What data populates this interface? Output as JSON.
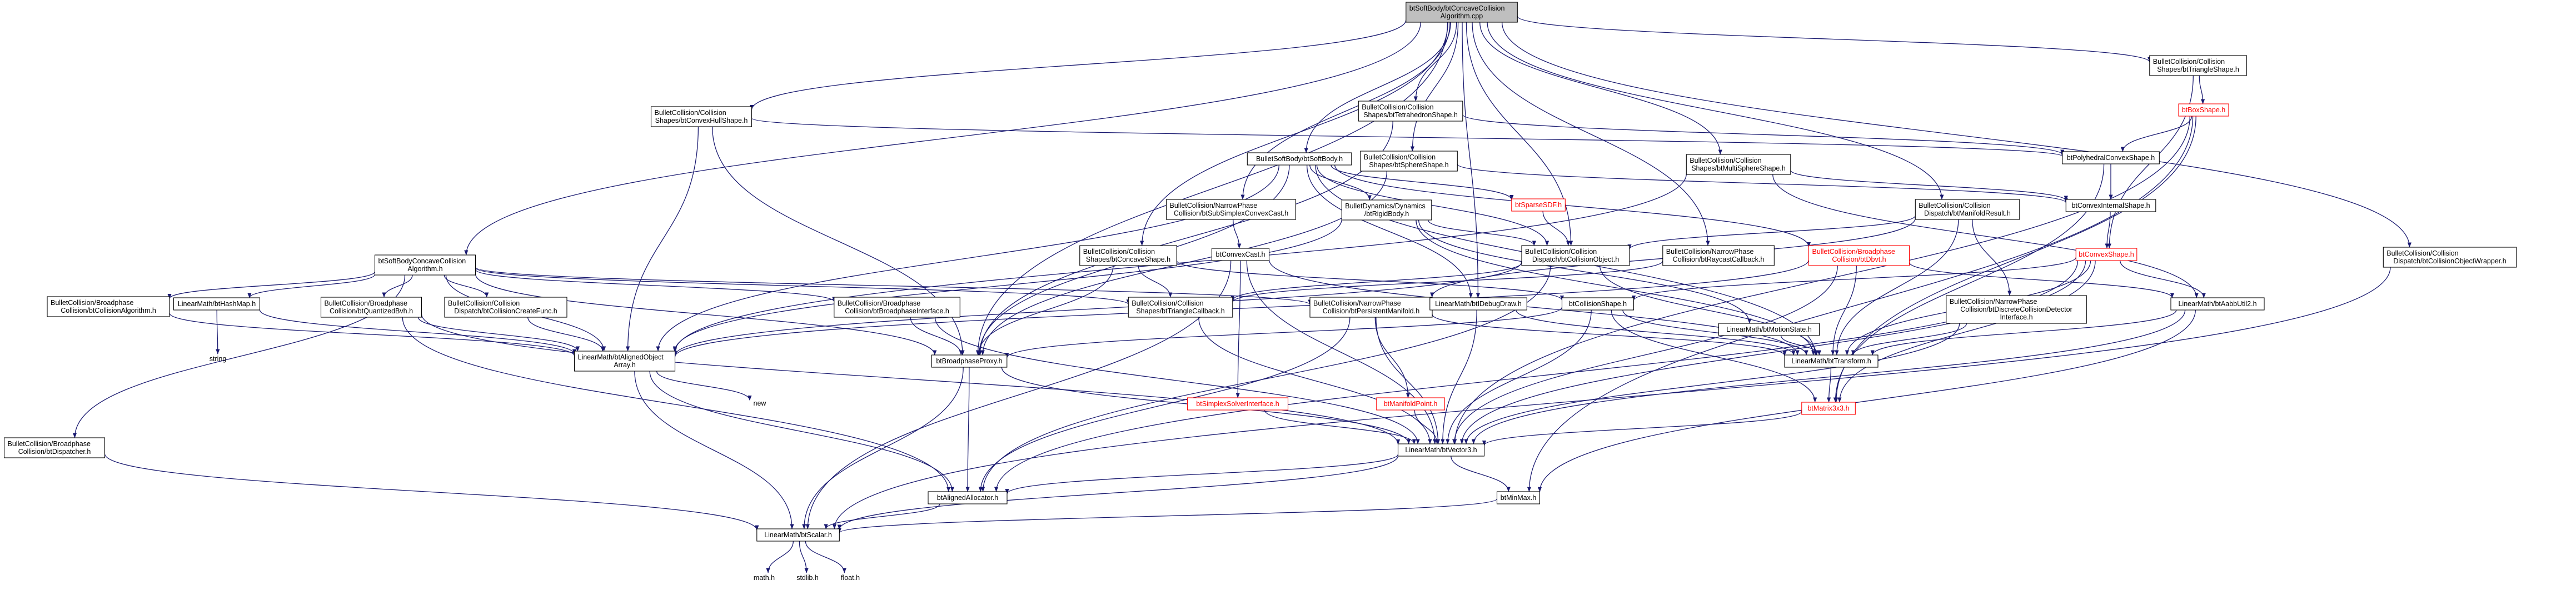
{
  "diagram": {
    "title": "btSoftBodyConcaveCollisionAlgorithm.cpp",
    "colors": {
      "edge": "#191970",
      "node_border": "#000000",
      "missing_border": "#ff0000",
      "root_fill": "#bfbfbf",
      "node_fill": "#ffffff",
      "text": "#000000",
      "missing_text": "#ff0000"
    },
    "nodes": [
      {
        "id": "root",
        "lines": [
          "btSoftBody/btConcaveCollision",
          "Algorithm.cpp"
        ],
        "kind": "root"
      },
      {
        "id": "triangle_shape",
        "lines": [
          "BulletCollision/Collision",
          "Shapes/btTriangleShape.h"
        ],
        "kind": "normal"
      },
      {
        "id": "convex_hull_shape",
        "lines": [
          "BulletCollision/Collision",
          "Shapes/btConvexHullShape.h"
        ],
        "kind": "normal"
      },
      {
        "id": "tetrahedron_shape",
        "lines": [
          "BulletCollision/Collision",
          "Shapes/btTetrahedronShape.h"
        ],
        "kind": "normal"
      },
      {
        "id": "box_shape",
        "lines": [
          "btBoxShape.h"
        ],
        "kind": "missing"
      },
      {
        "id": "soft_body",
        "lines": [
          "BulletSoftBody/btSoftBody.h"
        ],
        "kind": "normal"
      },
      {
        "id": "sphere_shape",
        "lines": [
          "BulletCollision/Collision",
          "Shapes/btSphereShape.h"
        ],
        "kind": "normal"
      },
      {
        "id": "multi_sphere_shape",
        "lines": [
          "BulletCollision/Collision",
          "Shapes/btMultiSphereShape.h"
        ],
        "kind": "normal"
      },
      {
        "id": "polyhedral_convex",
        "lines": [
          "btPolyhedralConvexShape.h"
        ],
        "kind": "normal"
      },
      {
        "id": "subsimplex",
        "lines": [
          "BulletCollision/NarrowPhase",
          "Collision/btSubSimplexConvexCast.h"
        ],
        "kind": "normal"
      },
      {
        "id": "rigid_body",
        "lines": [
          "BulletDynamics/Dynamics",
          "/btRigidBody.h"
        ],
        "kind": "normal"
      },
      {
        "id": "sparse_sdf",
        "lines": [
          "btSparseSDF.h"
        ],
        "kind": "missing"
      },
      {
        "id": "manifold_result",
        "lines": [
          "BulletCollision/Collision",
          "Dispatch/btManifoldResult.h"
        ],
        "kind": "normal"
      },
      {
        "id": "convex_internal",
        "lines": [
          "btConvexInternalShape.h"
        ],
        "kind": "normal"
      },
      {
        "id": "object_wrapper",
        "lines": [
          "BulletCollision/Collision",
          "Dispatch/btCollisionObjectWrapper.h"
        ],
        "kind": "normal"
      },
      {
        "id": "concave_algo_h",
        "lines": [
          "btSoftBodyConcaveCollision",
          "Algorithm.h"
        ],
        "kind": "normal"
      },
      {
        "id": "convex_cast",
        "lines": [
          "btConvexCast.h"
        ],
        "kind": "normal"
      },
      {
        "id": "concave_shape",
        "lines": [
          "BulletCollision/Collision",
          "Shapes/btConcaveShape.h"
        ],
        "kind": "normal"
      },
      {
        "id": "collision_object",
        "lines": [
          "BulletCollision/Collision",
          "Dispatch/btCollisionObject.h"
        ],
        "kind": "normal"
      },
      {
        "id": "raycast_callback",
        "lines": [
          "BulletCollision/NarrowPhase",
          "Collision/btRaycastCallback.h"
        ],
        "kind": "normal"
      },
      {
        "id": "dbvt",
        "lines": [
          "BulletCollision/Broadphase",
          "Collision/btDbvt.h"
        ],
        "kind": "missing"
      },
      {
        "id": "convex_shape",
        "lines": [
          "btConvexShape.h"
        ],
        "kind": "missing"
      },
      {
        "id": "collision_algorithm",
        "lines": [
          "BulletCollision/Broadphase",
          "Collision/btCollisionAlgorithm.h"
        ],
        "kind": "normal"
      },
      {
        "id": "hash_map",
        "lines": [
          "LinearMath/btHashMap.h"
        ],
        "kind": "normal"
      },
      {
        "id": "quantized_bvh",
        "lines": [
          "BulletCollision/Broadphase",
          "Collision/btQuantizedBvh.h"
        ],
        "kind": "normal"
      },
      {
        "id": "create_func",
        "lines": [
          "BulletCollision/Collision",
          "Dispatch/btCollisionCreateFunc.h"
        ],
        "kind": "normal"
      },
      {
        "id": "broadphase_interface",
        "lines": [
          "BulletCollision/Broadphase",
          "Collision/btBroadphaseInterface.h"
        ],
        "kind": "normal"
      },
      {
        "id": "triangle_callback",
        "lines": [
          "BulletCollision/Collision",
          "Shapes/btTriangleCallback.h"
        ],
        "kind": "normal"
      },
      {
        "id": "persistent_manifold",
        "lines": [
          "BulletCollision/NarrowPhase",
          "Collision/btPersistentManifold.h"
        ],
        "kind": "normal"
      },
      {
        "id": "idebug_draw",
        "lines": [
          "LinearMath/btIDebugDraw.h"
        ],
        "kind": "normal"
      },
      {
        "id": "collision_shape",
        "lines": [
          "btCollisionShape.h"
        ],
        "kind": "normal"
      },
      {
        "id": "motion_state",
        "lines": [
          "LinearMath/btMotionState.h"
        ],
        "kind": "normal"
      },
      {
        "id": "discrete_detector",
        "lines": [
          "BulletCollision/NarrowPhase",
          "Collision/btDiscreteCollisionDetector",
          "Interface.h"
        ],
        "kind": "normal"
      },
      {
        "id": "aabb_util",
        "lines": [
          "LinearMath/btAabbUtil2.h"
        ],
        "kind": "normal"
      },
      {
        "id": "string",
        "lines": [
          "string"
        ],
        "kind": "plain"
      },
      {
        "id": "aligned_array",
        "lines": [
          "LinearMath/btAlignedObject",
          "Array.h"
        ],
        "kind": "normal"
      },
      {
        "id": "broadphase_proxy",
        "lines": [
          "btBroadphaseProxy.h"
        ],
        "kind": "normal"
      },
      {
        "id": "transform",
        "lines": [
          "LinearMath/btTransform.h"
        ],
        "kind": "normal"
      },
      {
        "id": "dispatcher",
        "lines": [
          "BulletCollision/Broadphase",
          "Collision/btDispatcher.h"
        ],
        "kind": "normal"
      },
      {
        "id": "new",
        "lines": [
          "new"
        ],
        "kind": "plain"
      },
      {
        "id": "simplex_solver",
        "lines": [
          "btSimplexSolverInterface.h"
        ],
        "kind": "missing"
      },
      {
        "id": "manifold_point",
        "lines": [
          "btManifoldPoint.h"
        ],
        "kind": "missing"
      },
      {
        "id": "matrix3x3",
        "lines": [
          "btMatrix3x3.h"
        ],
        "kind": "missing"
      },
      {
        "id": "vector3",
        "lines": [
          "LinearMath/btVector3.h"
        ],
        "kind": "normal"
      },
      {
        "id": "aligned_allocator",
        "lines": [
          "btAlignedAllocator.h"
        ],
        "kind": "normal"
      },
      {
        "id": "minmax",
        "lines": [
          "btMinMax.h"
        ],
        "kind": "normal"
      },
      {
        "id": "scalar",
        "lines": [
          "LinearMath/btScalar.h"
        ],
        "kind": "normal"
      },
      {
        "id": "math_h",
        "lines": [
          "math.h"
        ],
        "kind": "plain"
      },
      {
        "id": "stdlib_h",
        "lines": [
          "stdlib.h"
        ],
        "kind": "plain"
      },
      {
        "id": "float_h",
        "lines": [
          "float.h"
        ],
        "kind": "plain"
      }
    ],
    "edges": [
      [
        "root",
        "triangle_shape"
      ],
      [
        "root",
        "convex_hull_shape"
      ],
      [
        "root",
        "tetrahedron_shape"
      ],
      [
        "root",
        "soft_body"
      ],
      [
        "root",
        "sphere_shape"
      ],
      [
        "root",
        "multi_sphere_shape"
      ],
      [
        "root",
        "subsimplex"
      ],
      [
        "root",
        "manifold_result"
      ],
      [
        "root",
        "object_wrapper"
      ],
      [
        "root",
        "concave_algo_h"
      ],
      [
        "root",
        "concave_shape"
      ],
      [
        "root",
        "collision_object"
      ],
      [
        "root",
        "raycast_callback"
      ],
      [
        "root",
        "idebug_draw"
      ],
      [
        "root",
        "broadphase_proxy"
      ],
      [
        "triangle_shape",
        "box_shape"
      ],
      [
        "triangle_shape",
        "convex_shape"
      ],
      [
        "box_shape",
        "polyhedral_convex"
      ],
      [
        "box_shape",
        "vector3"
      ],
      [
        "box_shape",
        "minmax"
      ],
      [
        "box_shape",
        "matrix3x3"
      ],
      [
        "convex_hull_shape",
        "polyhedral_convex"
      ],
      [
        "convex_hull_shape",
        "broadphase_proxy"
      ],
      [
        "convex_hull_shape",
        "aligned_array"
      ],
      [
        "tetrahedron_shape",
        "polyhedral_convex"
      ],
      [
        "tetrahedron_shape",
        "broadphase_proxy"
      ],
      [
        "polyhedral_convex",
        "convex_internal"
      ],
      [
        "polyhedral_convex",
        "matrix3x3"
      ],
      [
        "sphere_shape",
        "convex_internal"
      ],
      [
        "sphere_shape",
        "broadphase_proxy"
      ],
      [
        "multi_sphere_shape",
        "convex_internal"
      ],
      [
        "multi_sphere_shape",
        "aabb_util"
      ],
      [
        "multi_sphere_shape",
        "aligned_array"
      ],
      [
        "convex_internal",
        "convex_shape"
      ],
      [
        "convex_shape",
        "collision_shape"
      ],
      [
        "convex_shape",
        "vector3"
      ],
      [
        "convex_shape",
        "transform"
      ],
      [
        "convex_shape",
        "matrix3x3"
      ],
      [
        "convex_shape",
        "aabb_util"
      ],
      [
        "convex_shape",
        "aligned_allocator"
      ],
      [
        "soft_body",
        "rigid_body"
      ],
      [
        "soft_body",
        "sparse_sdf"
      ],
      [
        "soft_body",
        "collision_object"
      ],
      [
        "soft_body",
        "dbvt"
      ],
      [
        "soft_body",
        "aligned_array"
      ],
      [
        "soft_body",
        "broadphase_proxy"
      ],
      [
        "soft_body",
        "transform"
      ],
      [
        "soft_body",
        "idebug_draw"
      ],
      [
        "rigid_body",
        "collision_object"
      ],
      [
        "rigid_body",
        "motion_state"
      ],
      [
        "rigid_body",
        "aligned_array"
      ],
      [
        "rigid_body",
        "transform"
      ],
      [
        "sparse_sdf",
        "collision_object"
      ],
      [
        "subsimplex",
        "convex_cast"
      ],
      [
        "convex_cast",
        "transform"
      ],
      [
        "convex_cast",
        "vector3"
      ],
      [
        "convex_cast",
        "simplex_solver"
      ],
      [
        "convex_cast",
        "scalar"
      ],
      [
        "manifold_result",
        "collision_object"
      ],
      [
        "manifold_result",
        "discrete_detector"
      ],
      [
        "manifold_result",
        "persistent_manifold"
      ],
      [
        "manifold_result",
        "transform"
      ],
      [
        "object_wrapper",
        "scalar"
      ],
      [
        "collision_object",
        "transform"
      ],
      [
        "collision_object",
        "aligned_array"
      ],
      [
        "collision_object",
        "triangle_callback"
      ],
      [
        "collision_object",
        "aligned_allocator"
      ],
      [
        "raycast_callback",
        "triangle_callback"
      ],
      [
        "dbvt",
        "aligned_array"
      ],
      [
        "dbvt",
        "vector3"
      ],
      [
        "dbvt",
        "transform"
      ],
      [
        "dbvt",
        "aabb_util"
      ],
      [
        "concave_algo_h",
        "collision_algorithm"
      ],
      [
        "concave_algo_h",
        "broadphase_interface"
      ],
      [
        "concave_algo_h",
        "persistent_manifold"
      ],
      [
        "concave_algo_h",
        "dispatcher"
      ],
      [
        "concave_algo_h",
        "triangle_callback"
      ],
      [
        "concave_algo_h",
        "hash_map"
      ],
      [
        "concave_algo_h",
        "quantized_bvh"
      ],
      [
        "concave_algo_h",
        "create_func"
      ],
      [
        "concave_algo_h",
        "aligned_array"
      ],
      [
        "concave_algo_h",
        "broadphase_proxy"
      ],
      [
        "concave_shape",
        "collision_shape"
      ],
      [
        "concave_shape",
        "triangle_callback"
      ],
      [
        "concave_shape",
        "broadphase_proxy"
      ],
      [
        "collision_algorithm",
        "aligned_array"
      ],
      [
        "hash_map",
        "string"
      ],
      [
        "hash_map",
        "aligned_array"
      ],
      [
        "quantized_bvh",
        "vector3"
      ],
      [
        "quantized_bvh",
        "aligned_allocator"
      ],
      [
        "quantized_bvh",
        "aligned_array"
      ],
      [
        "create_func",
        "aligned_array"
      ],
      [
        "broadphase_interface",
        "broadphase_proxy"
      ],
      [
        "broadphase_interface",
        "vector3"
      ],
      [
        "triangle_callback",
        "vector3"
      ],
      [
        "persistent_manifold",
        "manifold_point"
      ],
      [
        "persistent_manifold",
        "vector3"
      ],
      [
        "persistent_manifold",
        "transform"
      ],
      [
        "persistent_manifold",
        "aligned_allocator"
      ],
      [
        "idebug_draw",
        "vector3"
      ],
      [
        "idebug_draw",
        "transform"
      ],
      [
        "collision_shape",
        "transform"
      ],
      [
        "collision_shape",
        "vector3"
      ],
      [
        "collision_shape",
        "matrix3x3"
      ],
      [
        "collision_shape",
        "broadphase_proxy"
      ],
      [
        "motion_state",
        "transform"
      ],
      [
        "discrete_detector",
        "transform"
      ],
      [
        "discrete_detector",
        "vector3"
      ],
      [
        "aabb_util",
        "vector3"
      ],
      [
        "aabb_util",
        "transform"
      ],
      [
        "aabb_util",
        "minmax"
      ],
      [
        "aligned_array",
        "aligned_allocator"
      ],
      [
        "aligned_array",
        "new"
      ],
      [
        "aligned_array",
        "scalar"
      ],
      [
        "broadphase_proxy",
        "vector3"
      ],
      [
        "broadphase_proxy",
        "scalar"
      ],
      [
        "broadphase_proxy",
        "aligned_allocator"
      ],
      [
        "transform",
        "matrix3x3"
      ],
      [
        "dispatcher",
        "scalar"
      ],
      [
        "manifold_point",
        "vector3"
      ],
      [
        "matrix3x3",
        "vector3"
      ],
      [
        "simplex_solver",
        "vector3"
      ],
      [
        "vector3",
        "scalar"
      ],
      [
        "vector3",
        "minmax"
      ],
      [
        "vector3",
        "aligned_allocator"
      ],
      [
        "aligned_allocator",
        "scalar"
      ],
      [
        "minmax",
        "scalar"
      ],
      [
        "scalar",
        "math_h"
      ],
      [
        "scalar",
        "stdlib_h"
      ],
      [
        "scalar",
        "float_h"
      ]
    ]
  }
}
